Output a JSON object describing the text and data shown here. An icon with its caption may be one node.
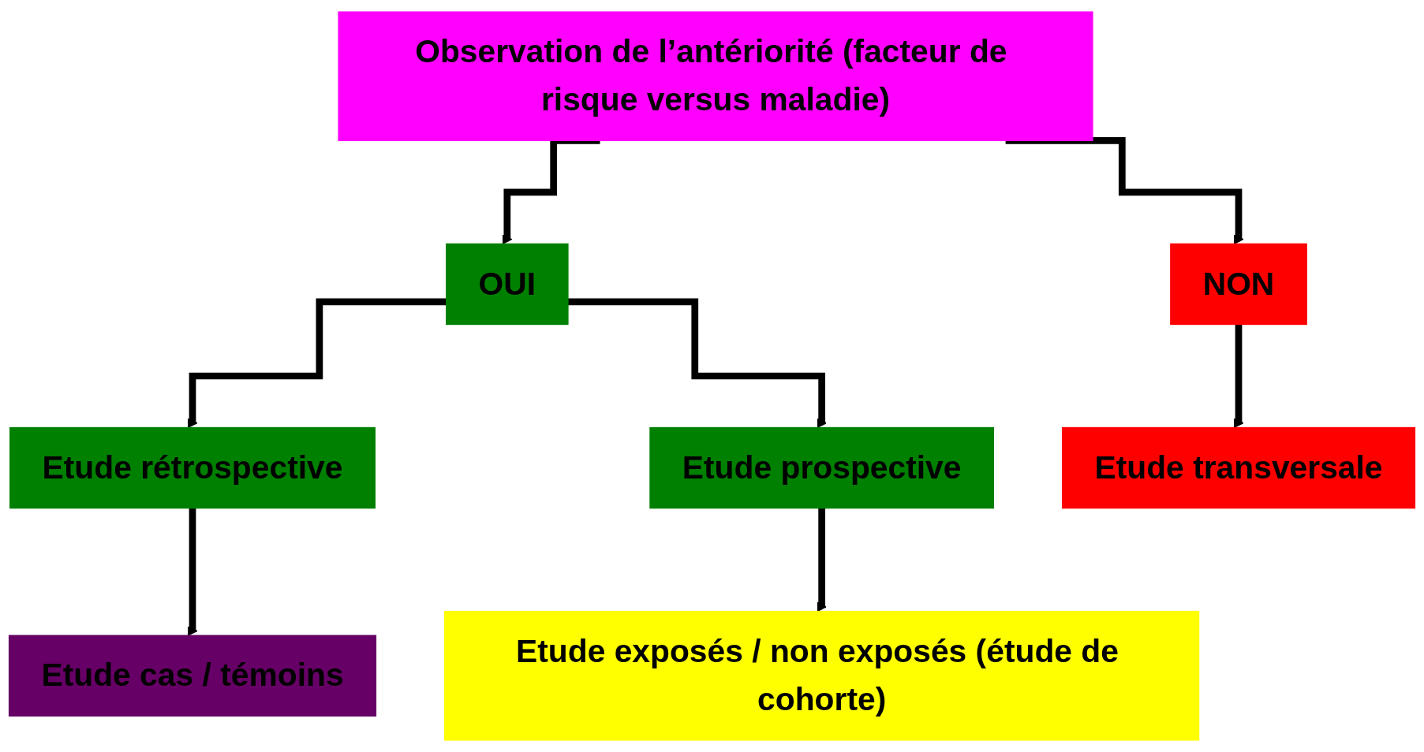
{
  "diagram": {
    "nodes": [
      {
        "text": [
          "Observation de l’antériorité (facteur de risque versus maladie)"
        ]
      },
      {
        "text": [
          "NON"
        ]
      },
      {
        "text": [
          "OUI"
        ]
      },
      {
        "text": [
          "Etude rétrospective"
        ]
      },
      {
        "text": [
          "Etude prospective"
        ]
      },
      {
        "text": [
          "Etude transversale"
        ]
      },
      {
        "text": [
          "Etude cas / témoins"
        ]
      },
      {
        "text": [
          "Etude exposés / non exposés (étude de cohorte)"
        ]
      }
    ],
    "edges": [
      {
        "from": 0,
        "to": 1,
        "arrow": "to"
      },
      {
        "from": 0,
        "to": 2,
        "arrow": "to"
      },
      {
        "from": 1,
        "to": 5,
        "arrow": "to"
      },
      {
        "from": 2,
        "to": 3,
        "arrow": "to"
      },
      {
        "from": 2,
        "to": 4,
        "arrow": "to"
      },
      {
        "from": 3,
        "to": 6,
        "arrow": "to"
      },
      {
        "from": 4,
        "to": 7,
        "arrow": "to"
      }
    ]
  }
}
